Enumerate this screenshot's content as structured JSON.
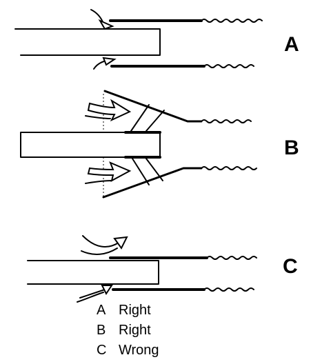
{
  "panels": [
    {
      "id": "A",
      "label": "A"
    },
    {
      "id": "B",
      "label": "B"
    },
    {
      "id": "C",
      "label": "C"
    }
  ],
  "legend": [
    {
      "letter": "A",
      "verdict": "Right"
    },
    {
      "letter": "B",
      "verdict": "Right"
    },
    {
      "letter": "C",
      "verdict": "Wrong"
    }
  ]
}
